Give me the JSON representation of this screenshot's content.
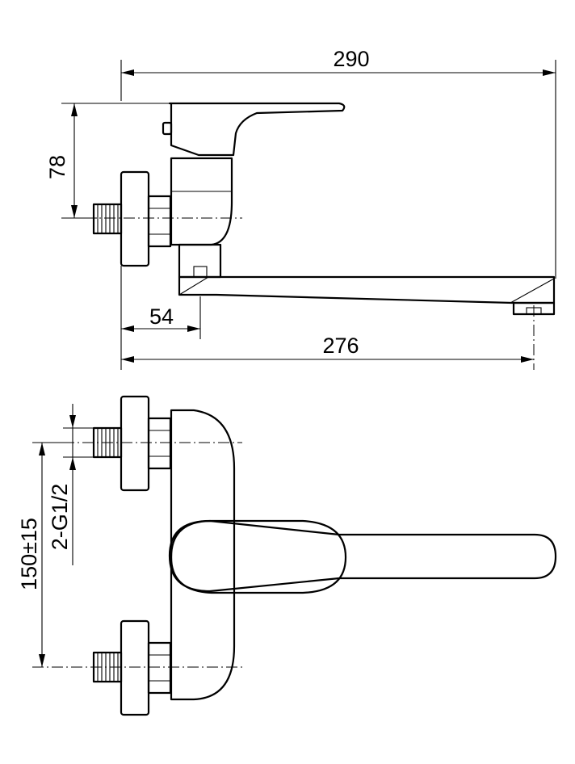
{
  "side_view": {
    "dim_overall_length": "290",
    "dim_height": "78",
    "dim_wall_offset": "54",
    "dim_spout_reach": "276"
  },
  "front_view": {
    "dim_centers": "150±15",
    "dim_thread": "2-G1/2"
  }
}
